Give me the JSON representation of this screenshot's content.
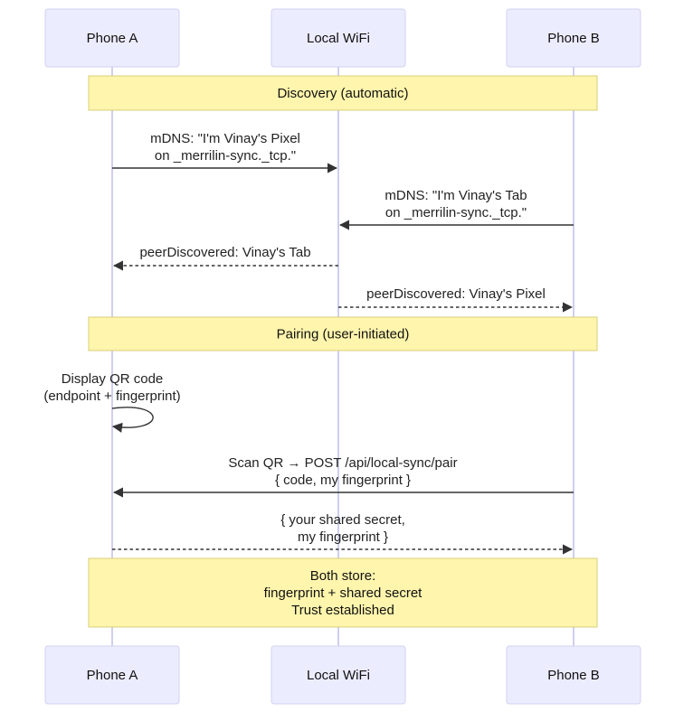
{
  "participants": [
    {
      "id": "A",
      "label": "Phone A"
    },
    {
      "id": "W",
      "label": "Local WiFi"
    },
    {
      "id": "B",
      "label": "Phone B"
    }
  ],
  "notes": [
    {
      "id": "discovery",
      "lines": [
        "Discovery (automatic)"
      ]
    },
    {
      "id": "pairing",
      "lines": [
        "Pairing (user-initiated)"
      ]
    },
    {
      "id": "both-store",
      "lines": [
        "Both store:",
        "fingerprint + shared secret",
        "Trust established"
      ]
    }
  ],
  "messages": [
    {
      "id": "mdns-pixel",
      "from": "A",
      "to": "W",
      "style": "solid",
      "lines": [
        "mDNS: \"I'm Vinay's Pixel",
        "on _merrilin-sync._tcp.\""
      ]
    },
    {
      "id": "mdns-tab",
      "from": "B",
      "to": "W",
      "style": "solid",
      "lines": [
        "mDNS: \"I'm Vinay's Tab",
        "on _merrilin-sync._tcp.\""
      ]
    },
    {
      "id": "peer-tab",
      "from": "W",
      "to": "A",
      "style": "dashed",
      "lines": [
        "peerDiscovered: Vinay's Tab"
      ]
    },
    {
      "id": "peer-pixel",
      "from": "W",
      "to": "B",
      "style": "dashed",
      "lines": [
        "peerDiscovered: Vinay's Pixel"
      ]
    },
    {
      "id": "display-qr",
      "from": "A",
      "to": "A",
      "style": "solid",
      "lines": [
        "Display QR code",
        "(endpoint + fingerprint)"
      ]
    },
    {
      "id": "scan-qr",
      "from": "B",
      "to": "A",
      "style": "solid",
      "lines": [
        "Scan QR → POST /api/local-sync/pair",
        "{ code, my fingerprint }"
      ]
    },
    {
      "id": "shared-secret",
      "from": "A",
      "to": "B",
      "style": "dashed",
      "lines": [
        "{ your shared secret,",
        "my fingerprint }"
      ]
    }
  ],
  "colors": {
    "actor_fill": "#ececff",
    "actor_border": "#d2d2f0",
    "lifeline": "#cfcfee",
    "note_fill": "#fff5ad",
    "note_border": "#d9cf7a",
    "arrow": "#333333"
  }
}
